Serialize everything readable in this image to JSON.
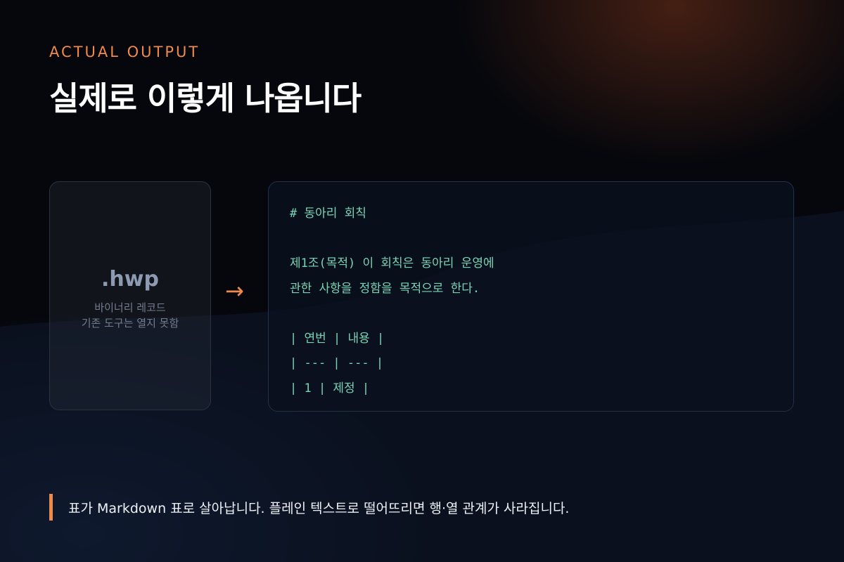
{
  "header": {
    "eyebrow": "ACTUAL OUTPUT",
    "title": "실제로 이렇게 나옵니다"
  },
  "source_card": {
    "extension": ".hwp",
    "description_lines": [
      "바이너리 레코드",
      "기존 도구는 열지 못함"
    ]
  },
  "arrow_icon": "right-arrow-icon",
  "output_card": {
    "lines": [
      "# 동아리 회칙",
      "",
      "제1조(목적) 이 회칙은 동아리 운영에",
      "관한 사항을 정함을 목적으로 한다.",
      "",
      "| 연번 | 내용 |",
      "| --- | --- |",
      "| 1 | 제정 |"
    ]
  },
  "footer": {
    "note": "표가 Markdown 표로 살아납니다. 플레인 텍스트로 떨어뜨리면 행·열 관계가 사라집니다."
  },
  "colors": {
    "accent": "#f08a4b",
    "code_text": "#79d4b5",
    "background": "#05070c"
  }
}
